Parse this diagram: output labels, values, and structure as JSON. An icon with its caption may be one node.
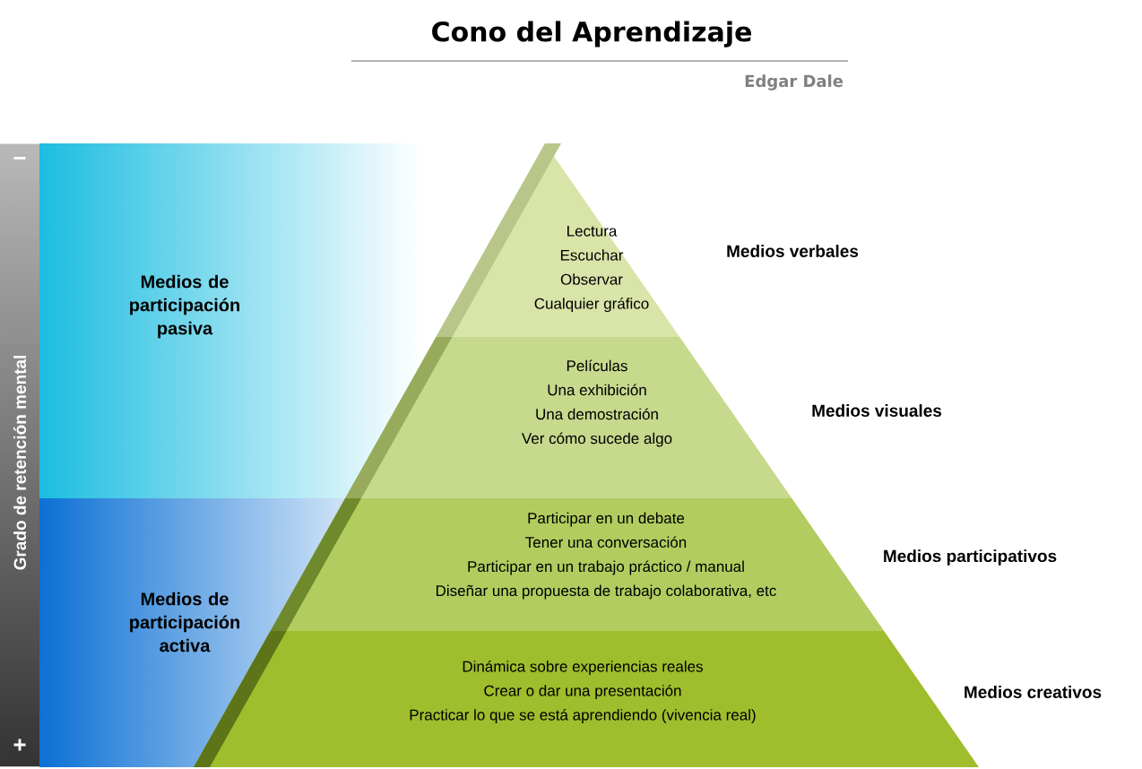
{
  "diagram": {
    "title": "Cono del Aprendizaje",
    "nodes": [
      {
        "text": [
          "Medios de participación pasiva"
        ]
      },
      {
        "text": [
          "Medios de participación activa"
        ]
      },
      {
        "text": [
          "Grado de retención mental"
        ]
      },
      {
        "text": [
          "Lectura",
          "Escuchar",
          "Observar",
          "Cualquier gráfico"
        ],
        "beside": [
          "Medios verbales"
        ]
      },
      {
        "text": [
          "Películas",
          "Una exhibición",
          "Una demostración",
          "Ver cómo sucede algo"
        ],
        "beside": [
          "Medios visuales"
        ]
      },
      {
        "text": [
          "Participar en un debate",
          "Tener una conversación",
          "Participar en un trabajo práctico / manual",
          "Diseñar una propuesta de trabajo colaborativa, etc"
        ],
        "beside": [
          "Medios participativos"
        ]
      },
      {
        "text": [
          "Dinámica sobre experiencias reales",
          "Crear o dar una presentación",
          "Practicar lo que se está aprendiendo (vivencia real)"
        ],
        "beside": [
          "Medios creativos"
        ]
      }
    ],
    "edges": [],
    "labels": [
      "Edgar Dale",
      "−",
      "+"
    ]
  }
}
